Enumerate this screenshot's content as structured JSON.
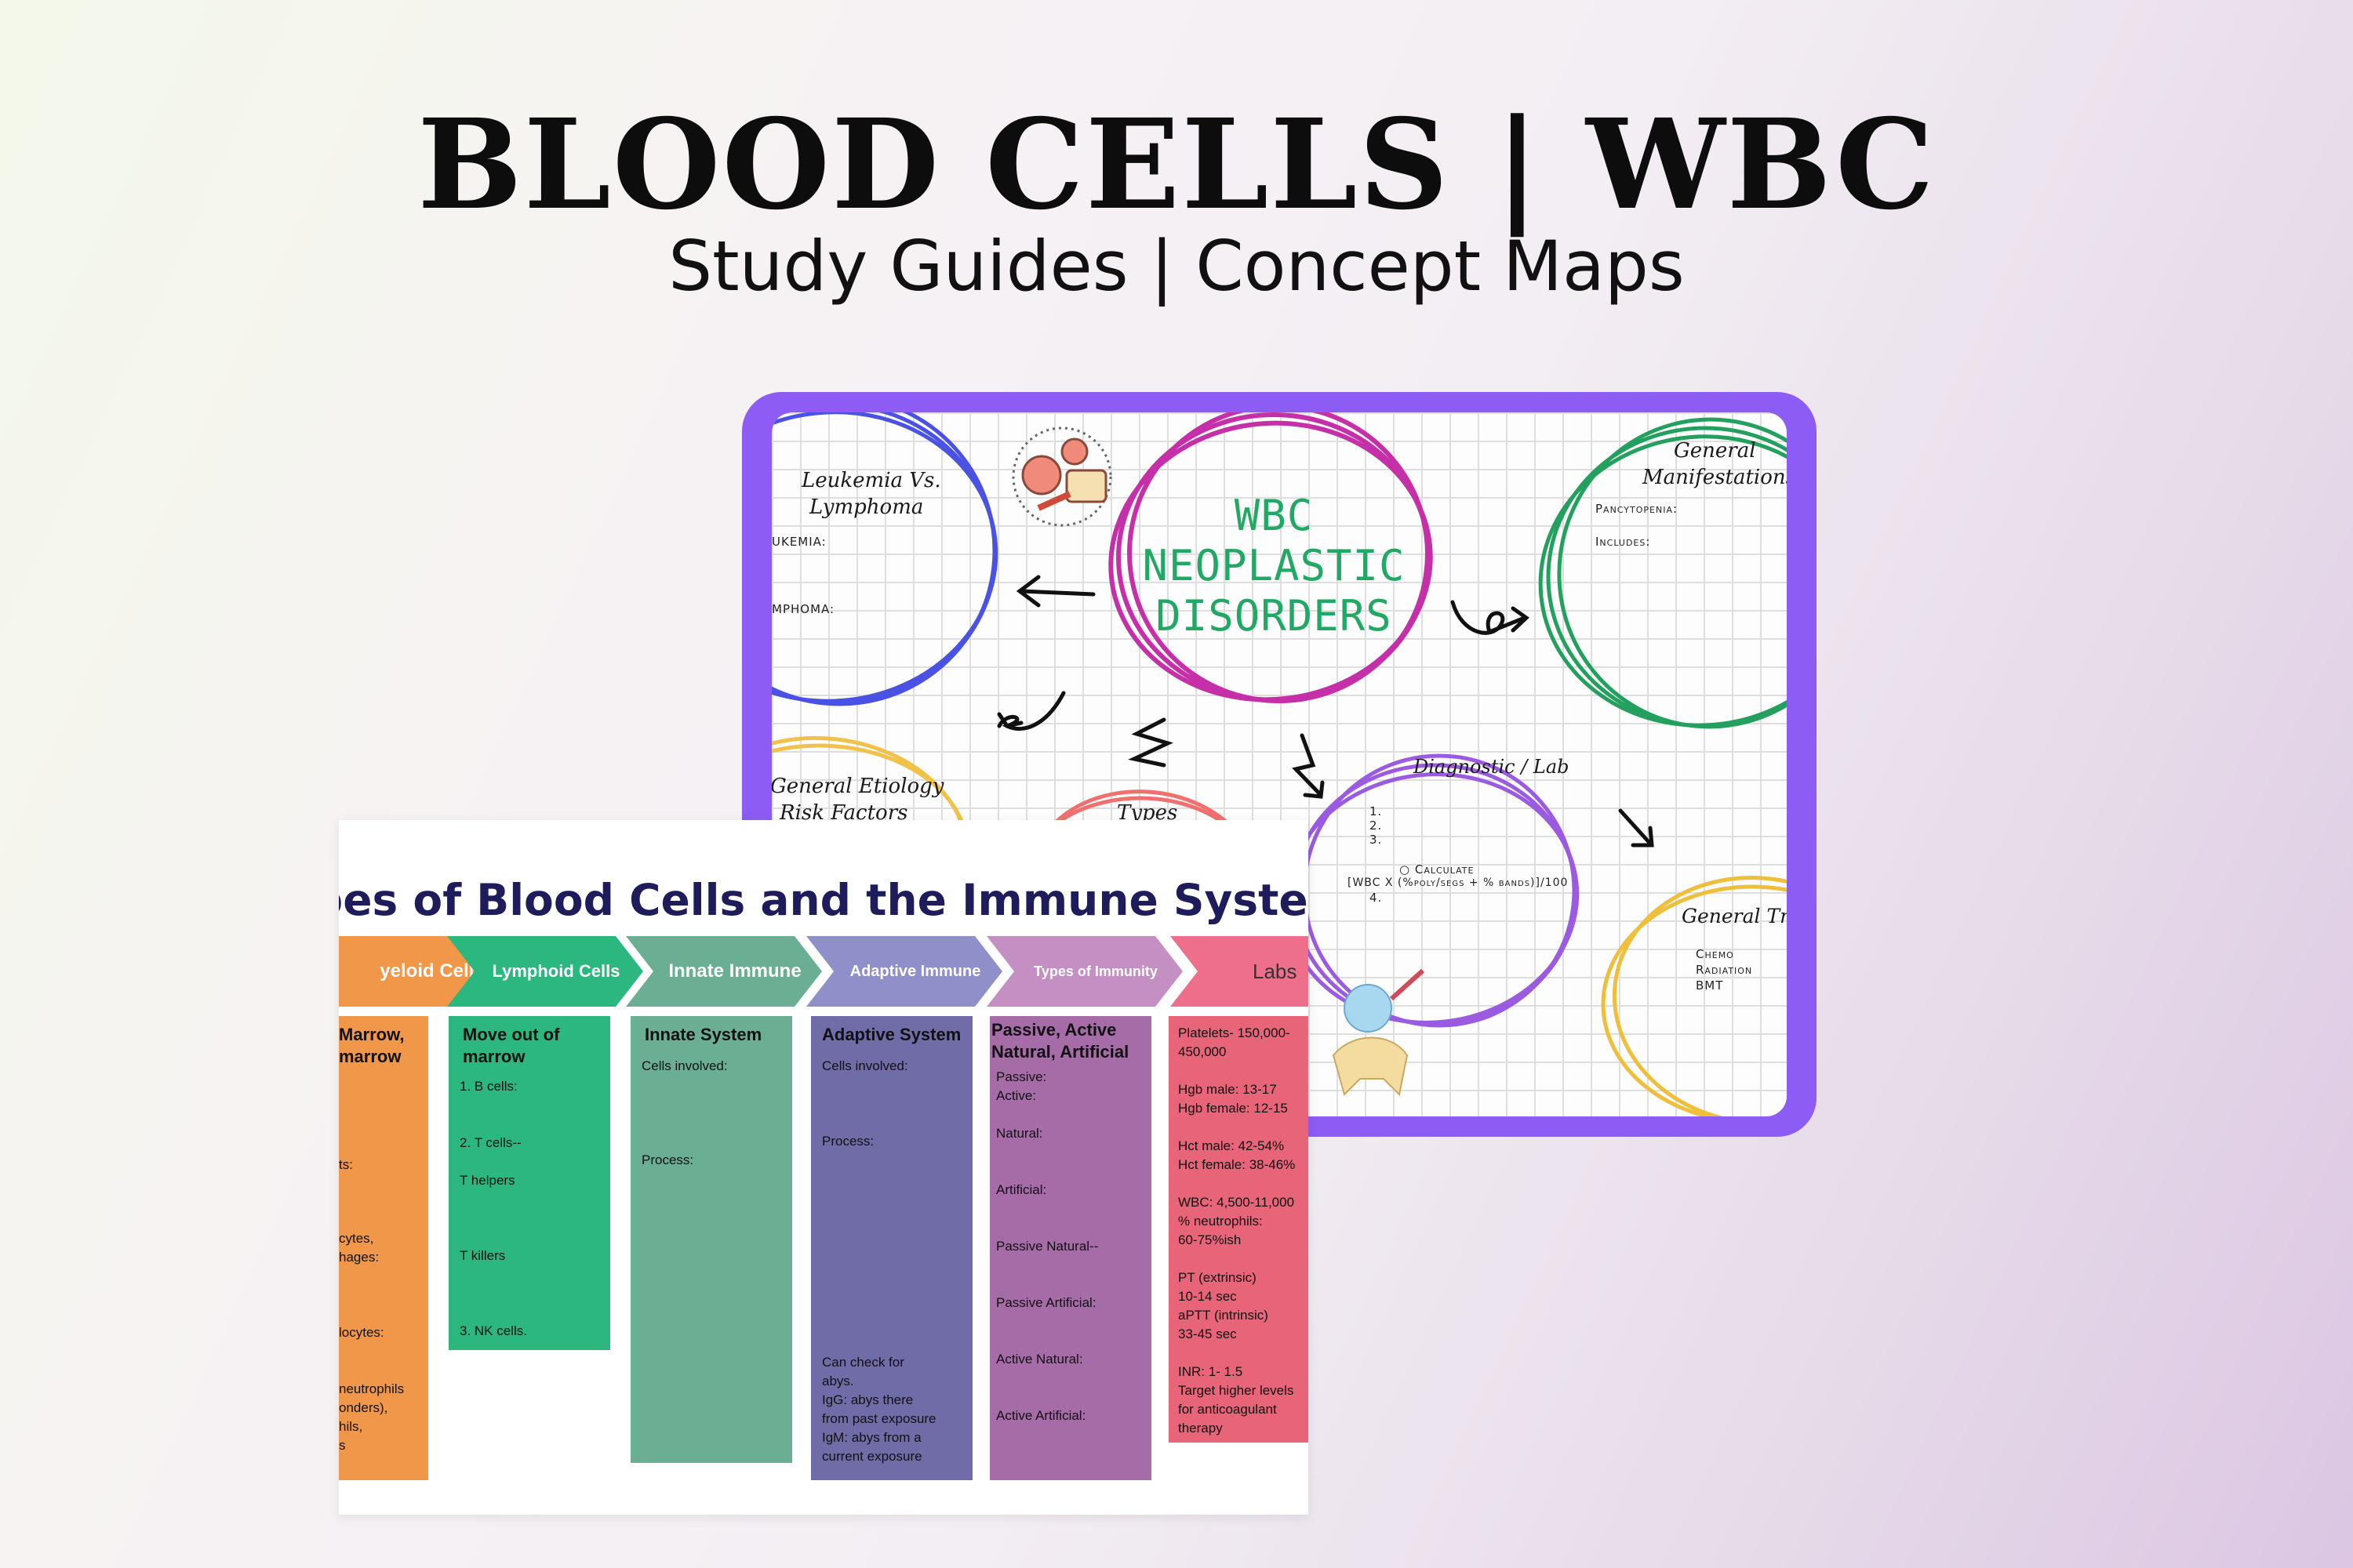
{
  "header": {
    "title": "BLOOD CELLS | WBC",
    "subtitle": "Study Guides  | Concept Maps"
  },
  "concept_map": {
    "center_lines": [
      "WBC",
      "NEOPLASTIC",
      "DISORDERS"
    ],
    "leukemia": {
      "title1": "Leukemia Vs.",
      "title2": "Lymphoma",
      "label1": "UKEMIA:",
      "label2": "MPHOMA:"
    },
    "general": {
      "title1": "General",
      "title2": "Manifestations",
      "label1": "Pancytopenia:",
      "label2": "Includes:"
    },
    "etiology": {
      "title1": "General Etiology",
      "title2": "Risk Factors"
    },
    "types": {
      "title": "Types"
    },
    "diagnostic": {
      "title": "Diagnostic / Lab",
      "list": [
        "1.",
        "2.",
        "3."
      ],
      "calc_label": "Calculate",
      "formula": "[WBC X (%poly/segs + % bands)]/100",
      "item4": "4."
    },
    "treatment": {
      "title": "General Trea",
      "items": [
        "Chemo",
        "Radiation",
        "BMT"
      ]
    },
    "colors": {
      "frame": "#8c5cf5",
      "center": "#c52fa8",
      "center_text": "#22a865"
    }
  },
  "slide": {
    "title": "ypes of Blood Cells and the Immune System",
    "chevrons": [
      {
        "label": "yeloid Cells",
        "color": "#f1974a"
      },
      {
        "label": "Lymphoid Cells",
        "color": "#2bb77e"
      },
      {
        "label": "Innate Immune",
        "color": "#6aae94"
      },
      {
        "label": "Adaptive Immune",
        "color": "#8f90c9"
      },
      {
        "label": "Types of Immunity",
        "color": "#c48fc3"
      },
      {
        "label": "Labs",
        "color": "#ee6f8b"
      }
    ],
    "myeloid": {
      "head1": " Marrow,",
      "head2": "marrow",
      "lines": [
        "ts:",
        "cytes,",
        "hages:",
        "locytes:",
        "neutrophils",
        "onders),",
        "hils,",
        "s"
      ]
    },
    "lymphoid": {
      "head1": "Move out of",
      "head2": "marrow",
      "lines": [
        "1. B cells:",
        "2. T cells--",
        "T helpers",
        "T killers",
        "3. NK cells."
      ]
    },
    "innate": {
      "head": "Innate System",
      "lines": [
        "Cells involved:",
        "Process:"
      ]
    },
    "adaptive": {
      "head": "Adaptive System",
      "lines": [
        "Cells involved:",
        "Process:",
        "Can check for",
        "abys.",
        "IgG: abys there",
        "from past exposure",
        "IgM: abys from a",
        "current exposure"
      ]
    },
    "immunity": {
      "head1": "Passive, Active",
      "head2": "Natural, Artificial",
      "lines": [
        "Passive:",
        "Active:",
        "Natural:",
        "Artificial:",
        "Passive Natural--",
        "Passive Artificial:",
        "Active Natural:",
        "Active Artificial:"
      ]
    },
    "labs": {
      "lines": [
        "Platelets- 150,000-",
        "450,000",
        "Hgb male: 13-17",
        "Hgb female: 12-15",
        "Hct male: 42-54%",
        "Hct female: 38-46%",
        "WBC: 4,500-11,000",
        "% neutrophils:",
        "60-75%ish",
        "PT (extrinsic)",
        "10-14 sec",
        "aPTT (intrinsic)",
        "33-45 sec",
        "INR: 1- 1.5",
        "Target higher levels",
        "for anticoagulant",
        "therapy"
      ]
    }
  }
}
